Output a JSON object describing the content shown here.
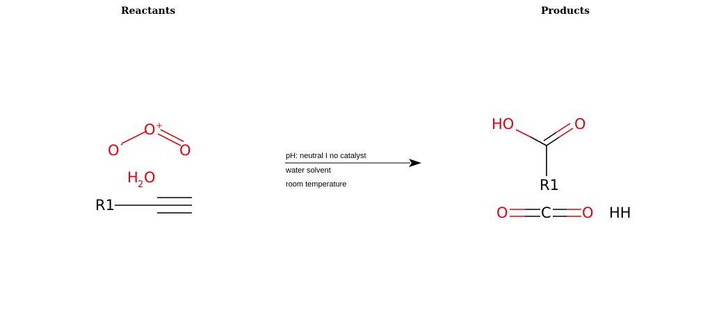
{
  "headers": {
    "reactants": "Reactants",
    "products": "Products"
  },
  "conditions": {
    "line1": "pH: neutral I no catalyst",
    "line2": "water solvent",
    "line3": "room temperature"
  },
  "atoms": {
    "oxygen": "O",
    "carbon": "C",
    "hydrogen": "H",
    "hydroxyl": "HO",
    "hh": "HH",
    "r_group": "R1",
    "water_h": "H",
    "water_sub": "2",
    "water_o": "O",
    "plus": "+",
    "minus": "-"
  },
  "colors": {
    "oxygen": "#e8000b",
    "bond": "#000000"
  }
}
